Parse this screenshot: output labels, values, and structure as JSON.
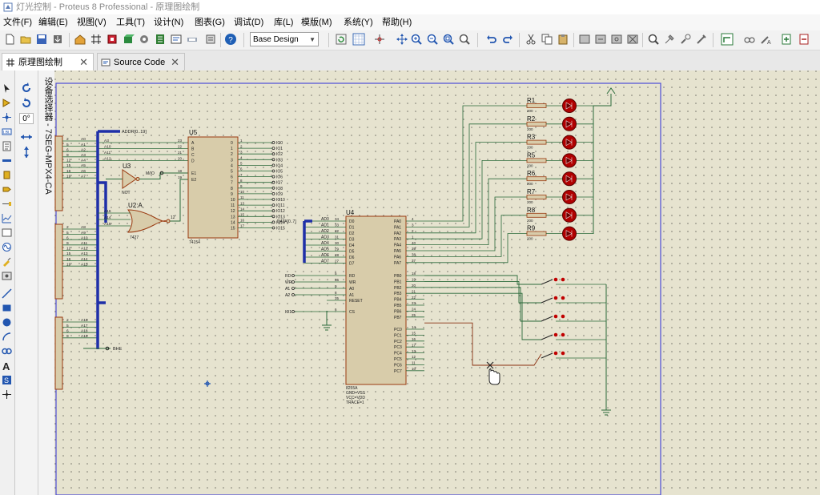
{
  "window": {
    "title": "灯光控制 - Proteus 8 Professional - 原理图绘制"
  },
  "menu": [
    "文件(F)",
    "编辑(E)",
    "视图(V)",
    "工具(T)",
    "设计(N)",
    "图表(G)",
    "调试(D)",
    "库(L)",
    "模版(M)",
    "系统(Y)",
    "帮助(H)"
  ],
  "toolbar": {
    "design_select": "Base Design"
  },
  "tabs": [
    {
      "label": "原理图绘制",
      "active": true
    },
    {
      "label": "Source Code",
      "active": false
    }
  ],
  "rotation": {
    "angle": "0°"
  },
  "device_panel": {
    "title": "设备选择器 - 7SEG-MPX4-CA"
  },
  "schematic": {
    "u5": {
      "ref": "U5",
      "part": "74154",
      "inputs": [
        "A",
        "B",
        "C",
        "D",
        "E1",
        "E2"
      ],
      "input_pins": [
        "23",
        "22",
        "21",
        "20",
        "18",
        "19"
      ],
      "outputs": [
        "0",
        "1",
        "2",
        "3",
        "4",
        "5",
        "6",
        "7",
        "8",
        "9",
        "10",
        "11",
        "12",
        "13",
        "14",
        "15"
      ],
      "output_pins": [
        "1",
        "2",
        "3",
        "4",
        "5",
        "6",
        "7",
        "8",
        "9",
        "10",
        "11",
        "13",
        "14",
        "15",
        "16",
        "17"
      ],
      "output_nets": [
        "IO0",
        "IO1",
        "IO2",
        "IO3",
        "IO4",
        "IO5",
        "IO6",
        "IO7",
        "IO8",
        "IO9",
        "IO10",
        "IO11",
        "IO12",
        "IO13",
        "IO14",
        "IO15"
      ]
    },
    "u3": {
      "ref": "U3",
      "part": "NOT",
      "net": "M/IO"
    },
    "u2a": {
      "ref": "U2:A",
      "part": "7427",
      "out_pin": "12"
    },
    "u4": {
      "ref": "U4",
      "part": "8255A",
      "left_pins": [
        "D0",
        "D1",
        "D2",
        "D3",
        "D4",
        "D5",
        "D6",
        "D7",
        "RD",
        "WR",
        "A0",
        "A1",
        "RESET",
        "CS"
      ],
      "left_nums": [
        "34",
        "33",
        "32",
        "31",
        "30",
        "29",
        "28",
        "27",
        "5",
        "36",
        "9",
        "8",
        "35",
        "6"
      ],
      "right_pins": [
        "PA0",
        "PA1",
        "PA2",
        "PA3",
        "PA4",
        "PA5",
        "PA6",
        "PA7",
        "PB0",
        "PB1",
        "PB2",
        "PB3",
        "PB4",
        "PB5",
        "PB6",
        "PB7",
        "PC0",
        "PC1",
        "PC2",
        "PC3",
        "PC4",
        "PC5",
        "PC6",
        "PC7"
      ],
      "right_nums": [
        "4",
        "3",
        "2",
        "1",
        "40",
        "39",
        "38",
        "37",
        "18",
        "19",
        "20",
        "21",
        "22",
        "23",
        "24",
        "25",
        "14",
        "15",
        "16",
        "17",
        "13",
        "12",
        "11",
        "10"
      ],
      "footer": [
        "8255A",
        "GND=VSS",
        "VCC=VDD",
        "TRACE=1"
      ],
      "data_nets": [
        "AD0",
        "AD1",
        "AD2",
        "AD3",
        "AD4",
        "AD5",
        "AD6",
        "AD7"
      ],
      "ctrl_nets": [
        "RD",
        "WR",
        "A1",
        "A2",
        "IO1"
      ],
      "bus_label": "DATA[0..7]"
    },
    "addr_bus_label": "ADDR[0..19]",
    "bhe_label": "BHE",
    "addr_groups": [
      {
        "nets": [
          "A0",
          "A1",
          "A2",
          "A3",
          "A4",
          "A5",
          "A6",
          "A7"
        ],
        "pins": [
          "2",
          "5",
          "6",
          "9",
          "12",
          "15",
          "16",
          "19"
        ]
      },
      {
        "nets": [
          "A8",
          "A9",
          "A10",
          "A11",
          "A12",
          "A13",
          "A14",
          "A15"
        ],
        "pins": [
          "2",
          "5",
          "6",
          "9",
          "12",
          "15",
          "16",
          "19"
        ]
      },
      {
        "nets": [
          "A16",
          "A17",
          "A18",
          "A19"
        ],
        "pins": [
          "2",
          "5",
          "6",
          "9"
        ]
      }
    ],
    "gate_inputs": [
      "A16",
      "A14",
      "A15"
    ],
    "decoder_inputs": [
      "A3",
      "A10",
      "A11",
      "A12"
    ],
    "resistors": [
      {
        "ref": "R1",
        "value": "200"
      },
      {
        "ref": "R2",
        "value": "200"
      },
      {
        "ref": "R3",
        "value": "200"
      },
      {
        "ref": "R5",
        "value": "200"
      },
      {
        "ref": "R6",
        "value": "200"
      },
      {
        "ref": "R7",
        "value": "200"
      },
      {
        "ref": "R8",
        "value": "200"
      },
      {
        "ref": "R9",
        "value": "200"
      }
    ]
  }
}
